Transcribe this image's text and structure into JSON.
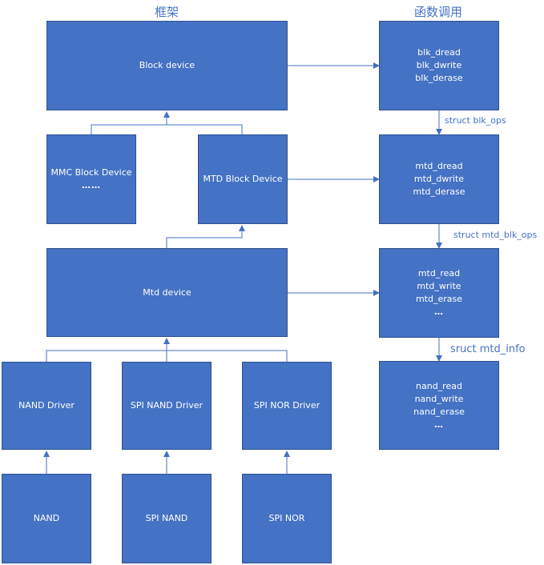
{
  "headers": {
    "framework": "框架",
    "calls": "函数调用"
  },
  "boxes": {
    "block_device": "Block device",
    "mmc_block_device": [
      "MMC Block Device",
      "……"
    ],
    "mtd_block_device": "MTD Block Device",
    "mtd_device": "Mtd device",
    "nand_driver": "NAND Driver",
    "spi_nand_driver": "SPI NAND Driver",
    "spi_nor_driver": "SPI NOR Driver",
    "nand": "NAND",
    "spi_nand": "SPI NAND",
    "spi_nor": "SPI NOR",
    "blk_funcs": [
      "blk_dread",
      "blk_dwrite",
      "blk_derase"
    ],
    "mtd_dfuncs": [
      "mtd_dread",
      "mtd_dwrite",
      "mtd_derase"
    ],
    "mtd_funcs": [
      "mtd_read",
      "mtd_write",
      "mtd_erase",
      "…"
    ],
    "nand_funcs": [
      "nand_read",
      "nand_write",
      "nand_erase",
      "…"
    ]
  },
  "edge_labels": {
    "blk_ops": "struct blk_ops",
    "mtd_blk_ops": "struct mtd_blk_ops",
    "mtd_info": "sruct mtd_info"
  },
  "colors": {
    "box_fill": "#4472c4",
    "box_border": "#2f528f",
    "arrow": "#4472c4",
    "text": "#ffffff"
  }
}
